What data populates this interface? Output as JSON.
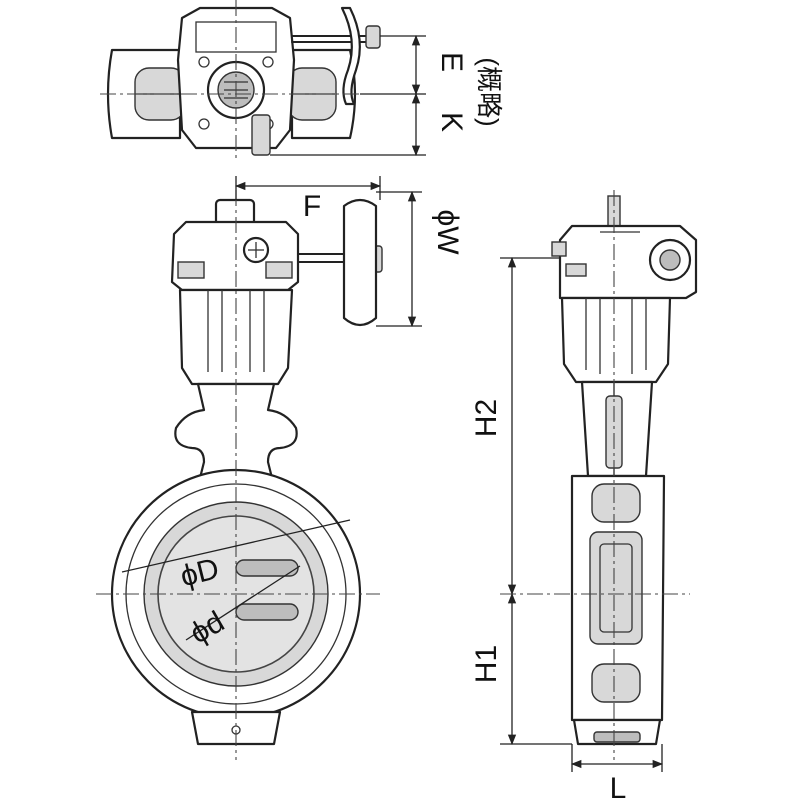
{
  "labels": {
    "E": "E",
    "K": "K",
    "approx": "(概略)",
    "F": "F",
    "W": "ϕW",
    "D": "ϕD",
    "d": "ϕd",
    "H2": "H2",
    "H1": "H1",
    "L": "L"
  }
}
